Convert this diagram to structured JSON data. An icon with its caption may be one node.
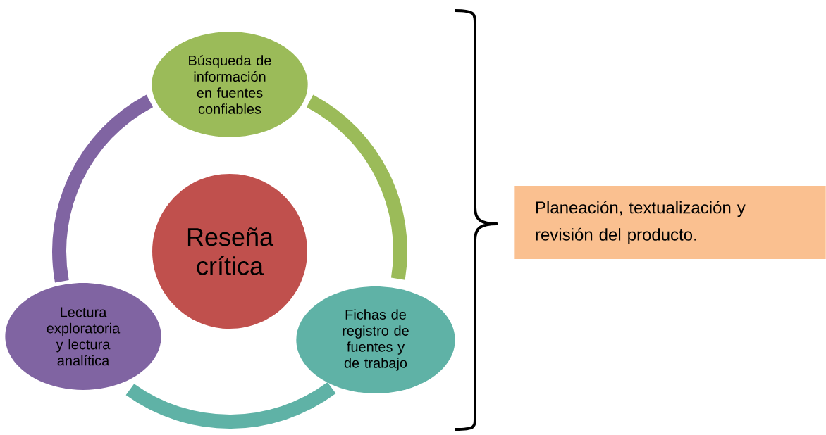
{
  "diagram": {
    "nodes": [
      {
        "text": [
          "Reseña crítica"
        ]
      },
      {
        "text": [
          "Búsqueda de información en fuentes confiables"
        ]
      },
      {
        "text": [
          "Fichas de registro de fuentes y de trabajo"
        ]
      },
      {
        "text": [
          "Lectura exploratoria y lectura analítica"
        ]
      },
      {
        "text": [
          "Planeación, textualización y revisión del producto."
        ]
      }
    ],
    "edges": [
      {
        "from": 1,
        "to": 2,
        "arrow": "none",
        "color": "#9bbb59"
      },
      {
        "from": 2,
        "to": 3,
        "arrow": "none",
        "color": "#5fb2a6"
      },
      {
        "from": 3,
        "to": 1,
        "arrow": "none",
        "color": "#8064a2"
      }
    ]
  }
}
